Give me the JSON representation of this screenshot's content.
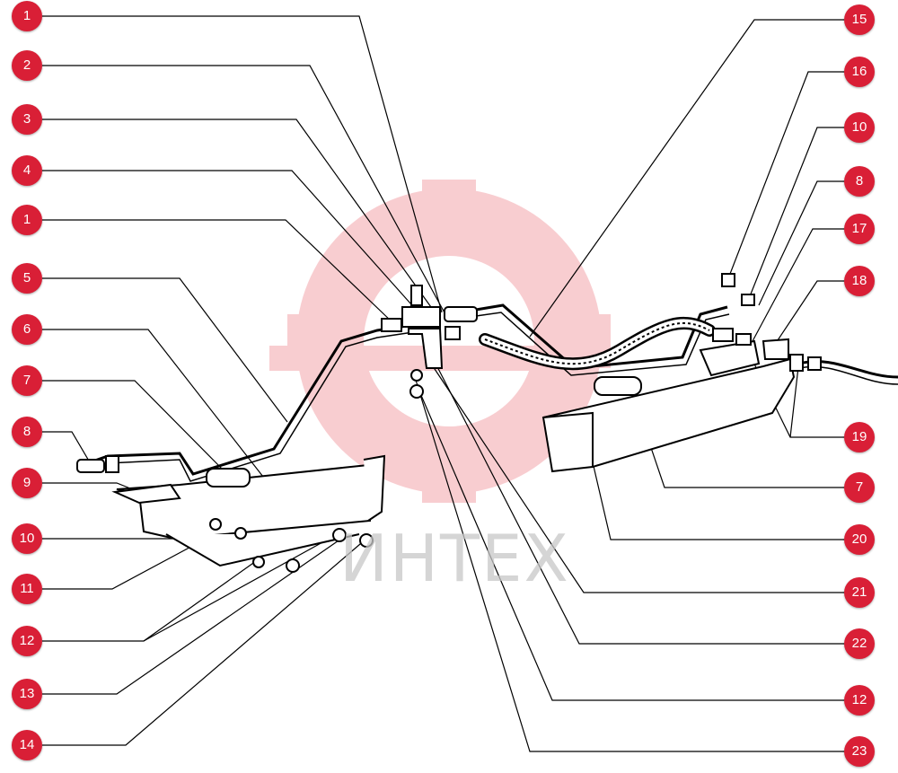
{
  "watermark": {
    "text": "ИНТЕХ",
    "color": "#e8505b"
  },
  "callouts": {
    "left": [
      "1",
      "2",
      "3",
      "4",
      "1",
      "5",
      "6",
      "7",
      "8",
      "9",
      "10",
      "11",
      "12",
      "13",
      "14"
    ],
    "right": [
      "15",
      "16",
      "10",
      "8",
      "17",
      "18",
      "19",
      "7",
      "20",
      "21",
      "22",
      "12",
      "23"
    ]
  },
  "colors": {
    "badge": "#d91f36",
    "line": "#000000"
  }
}
